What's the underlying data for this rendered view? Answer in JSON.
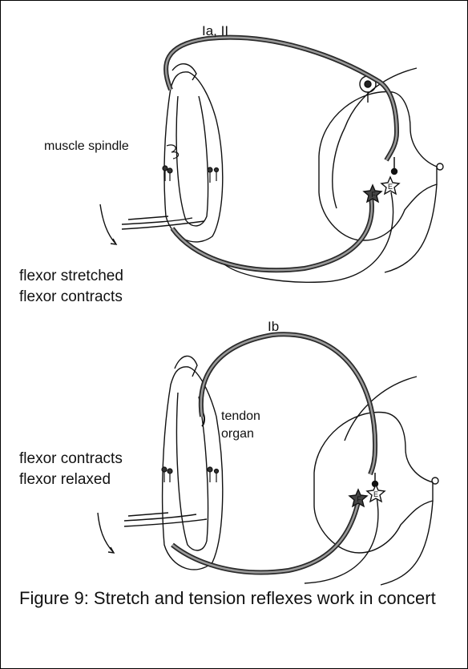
{
  "top_panel": {
    "fiber_label": "Ia, II",
    "spindle_label": "muscle spindle",
    "caption_line1": "flexor stretched",
    "caption_line2": "flexor contracts",
    "flexor_neuron_letter": "F",
    "extensor_neuron_letter": "E"
  },
  "bottom_panel": {
    "fiber_label": "Ib",
    "tendon_label_line1": "tendon",
    "tendon_label_line2": "organ",
    "caption_line1": "flexor contracts",
    "caption_line2": "flexor relaxed",
    "flexor_neuron_letter": "F",
    "extensor_neuron_letter": "E"
  },
  "figure_caption": "Figure 9: Stretch and tension reflexes work in concert",
  "colors": {
    "nerve_outer": "#2a2a2a",
    "nerve_inner": "#9a9a9a",
    "outline": "#111111"
  }
}
